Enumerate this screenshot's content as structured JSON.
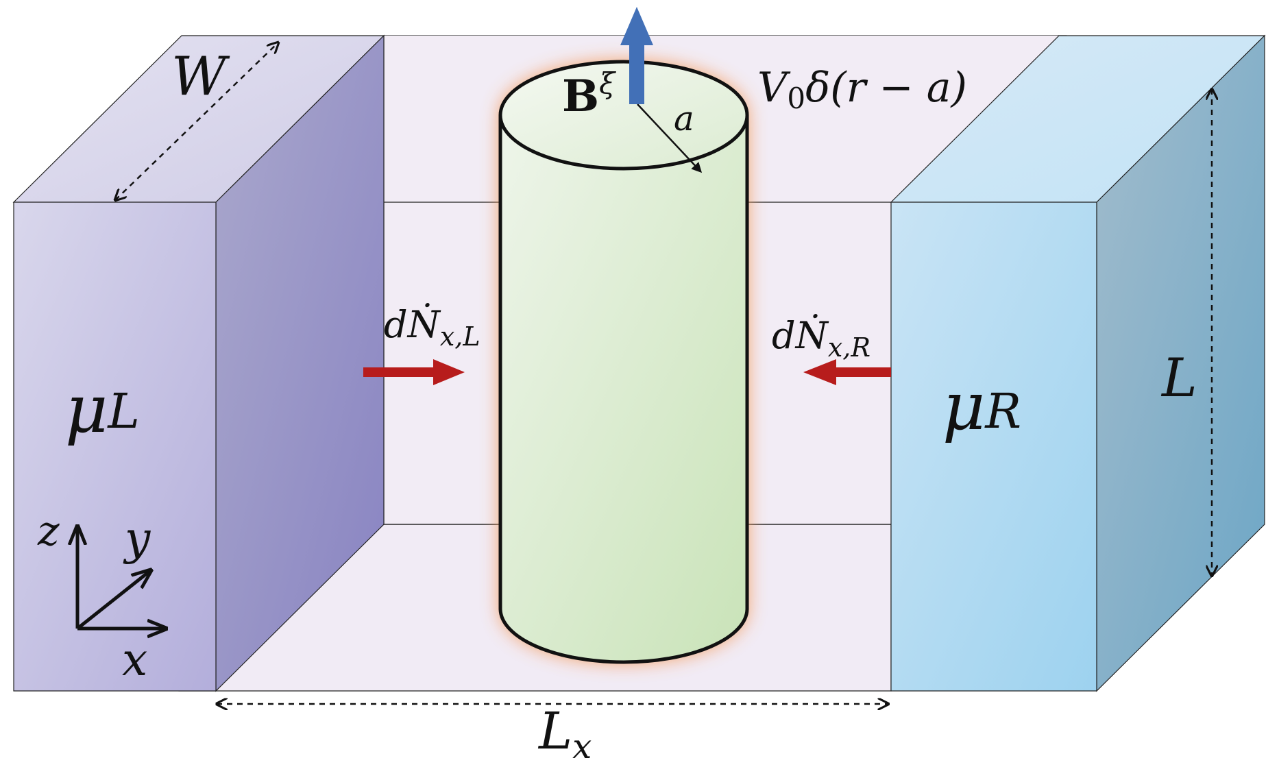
{
  "labels": {
    "left_lead": {
      "symbol": "μ",
      "subscript": "L"
    },
    "right_lead": {
      "symbol": "μ",
      "subscript": "R"
    },
    "width": "W",
    "height": "L",
    "length": {
      "symbol": "L",
      "subscript": "x"
    },
    "radius": "a",
    "field": {
      "symbol": "B",
      "superscript": "ξ"
    },
    "potential": {
      "prefix": "V",
      "sub": "0",
      "expr": "δ(r − a)"
    },
    "flux_left": {
      "prefix": "d",
      "symbol": "Ṅ",
      "subscript": "x,L"
    },
    "flux_right": {
      "prefix": "d",
      "symbol": "Ṅ",
      "subscript": "x,R"
    },
    "axes": {
      "z": "z",
      "y": "y",
      "x": "x"
    }
  },
  "colors": {
    "left_lead": "#b9b5dc",
    "left_lead_side": "#8f8cc4",
    "right_lead": "#b4dcf2",
    "right_lead_side": "#7aaec9",
    "region": "#f4eef6",
    "cylinder": "#d8eccc",
    "cylinder_glow": "#f59a5c",
    "flux_arrow": "#b71c1c",
    "field_arrow": "#3f6fb5"
  },
  "icons": {
    "field_arrow": "arrow-up-icon",
    "flux_left_arrow": "arrow-right-icon",
    "flux_right_arrow": "arrow-left-icon"
  }
}
